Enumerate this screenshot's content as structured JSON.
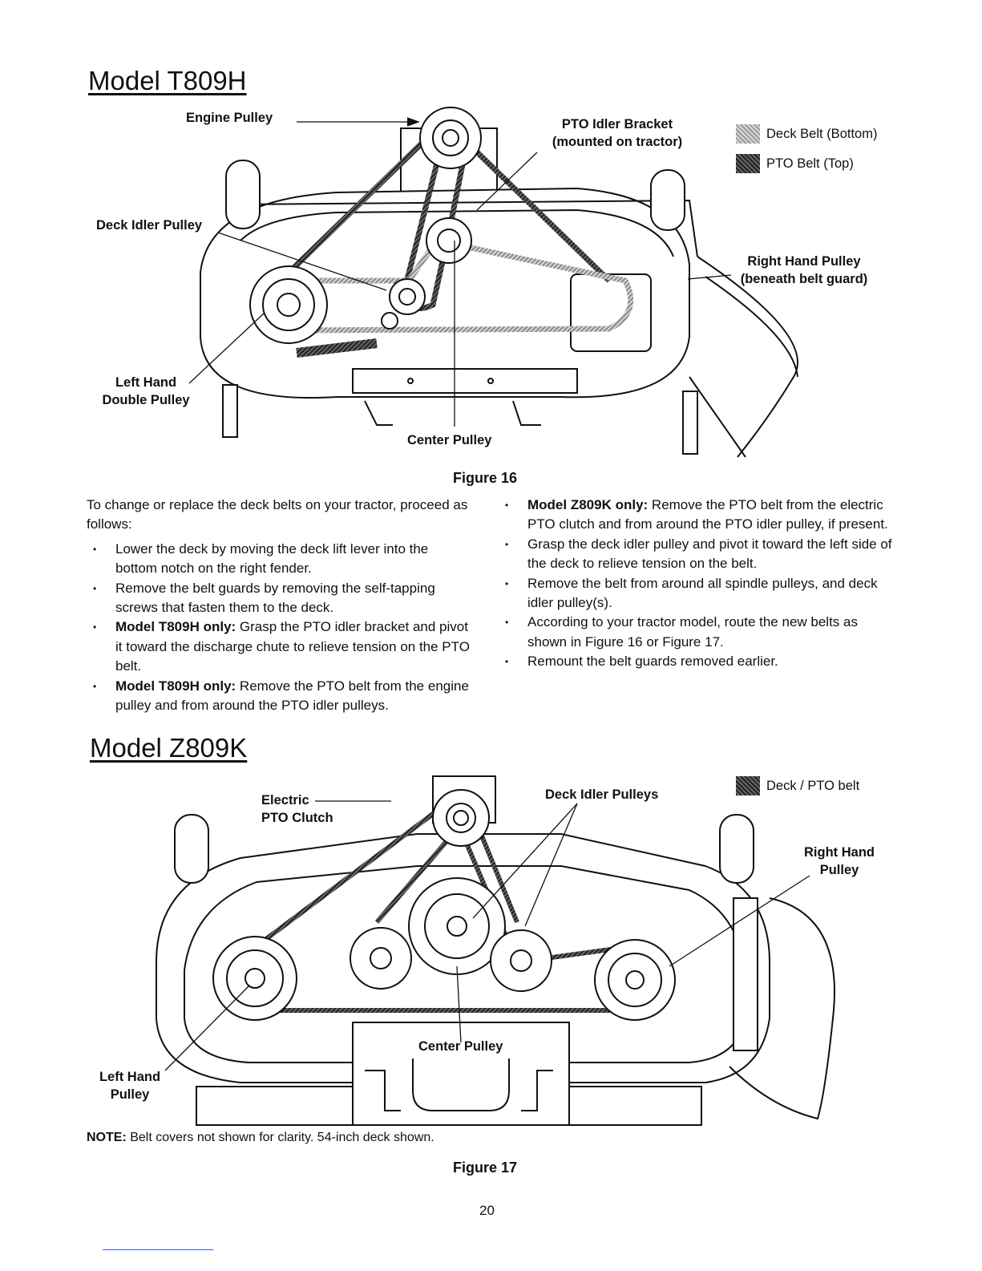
{
  "page": {
    "number": "20"
  },
  "figure16": {
    "title": "Model T809H",
    "caption": "Figure 16",
    "labels": {
      "engine_pulley": "Engine Pulley",
      "pto_idler_1": "PTO Idler Bracket",
      "pto_idler_2": "(mounted on tractor)",
      "deck_idler": "Deck Idler Pulley",
      "right_hand_1": "Right Hand Pulley",
      "right_hand_2": "(beneath belt guard)",
      "left_hand_1": "Left Hand",
      "left_hand_2": "Double Pulley",
      "center": "Center Pulley"
    },
    "legend": {
      "deck_belt": "Deck Belt (Bottom)",
      "pto_belt": "PTO Belt (Top)"
    }
  },
  "instructions": {
    "intro": "To change or replace the deck belts on your tractor, proceed as follows:",
    "left": [
      {
        "bold": "",
        "text": "Lower the deck by moving the deck lift lever into the bottom notch on the right fender."
      },
      {
        "bold": "",
        "text": "Remove the belt guards by removing the self-tapping screws that fasten them to the deck."
      },
      {
        "bold": "Model T809H only:",
        "text": " Grasp the PTO idler bracket and pivot it toward the discharge chute to relieve tension on the PTO belt."
      },
      {
        "bold": "Model T809H only:",
        "text": " Remove the PTO belt from the engine pulley and from around the PTO idler pulleys."
      }
    ],
    "right": [
      {
        "bold": "Model Z809K only:",
        "text": " Remove the PTO belt from the electric PTO clutch and from around the PTO idler pulley, if present."
      },
      {
        "bold": "",
        "text": "Grasp the deck idler pulley and pivot it toward the left side of the deck to relieve tension on the belt."
      },
      {
        "bold": "",
        "text": "Remove the belt from around all spindle pulleys, and deck idler pulley(s)."
      },
      {
        "bold": "",
        "text": "According to your tractor model, route the new belts as shown in Figure 16 or Figure 17."
      },
      {
        "bold": "",
        "text": "Remount the belt guards removed earlier."
      }
    ]
  },
  "figure17": {
    "title": "Model Z809K",
    "caption": "Figure 17",
    "labels": {
      "electric_1": "Electric",
      "electric_2": "PTO Clutch",
      "deck_idlers": "Deck Idler Pulleys",
      "right_hand_1": "Right Hand",
      "right_hand_2": "Pulley",
      "left_hand_1": "Left Hand",
      "left_hand_2": "Pulley",
      "center": "Center Pulley"
    },
    "legend": {
      "deck_pto_belt": "Deck / PTO belt"
    },
    "note_bold": "NOTE:",
    "note_text": " Belt covers not shown for clarity. 54-inch deck shown."
  }
}
